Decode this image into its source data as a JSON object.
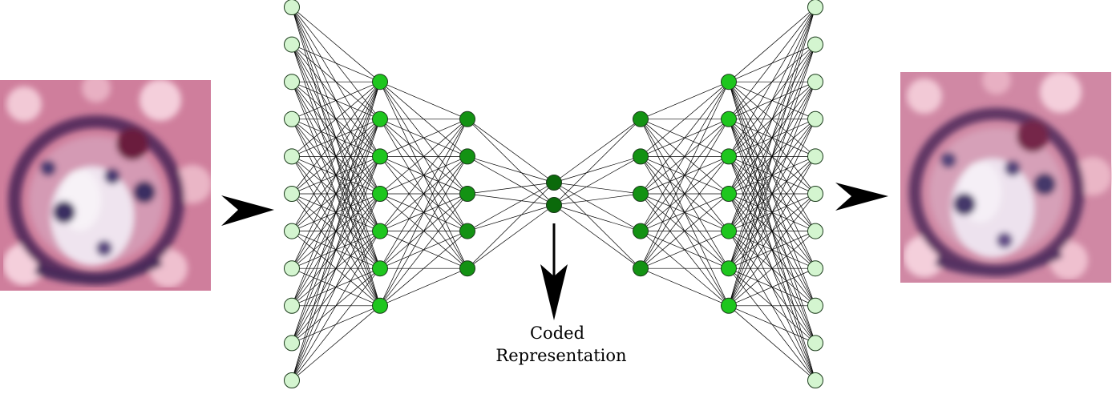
{
  "caption": {
    "line1": "Coded",
    "line2": "Representation"
  },
  "network": {
    "layer_sizes": [
      11,
      7,
      5,
      2,
      5,
      7,
      11
    ],
    "layer_colors": [
      "#d4f5d0",
      "#1ec61e",
      "#139213",
      "#0b6a0b",
      "#139213",
      "#1ec61e",
      "#d4f5d0"
    ]
  },
  "images": {
    "input": "input-histology-patch",
    "output": "reconstructed-histology-patch"
  }
}
